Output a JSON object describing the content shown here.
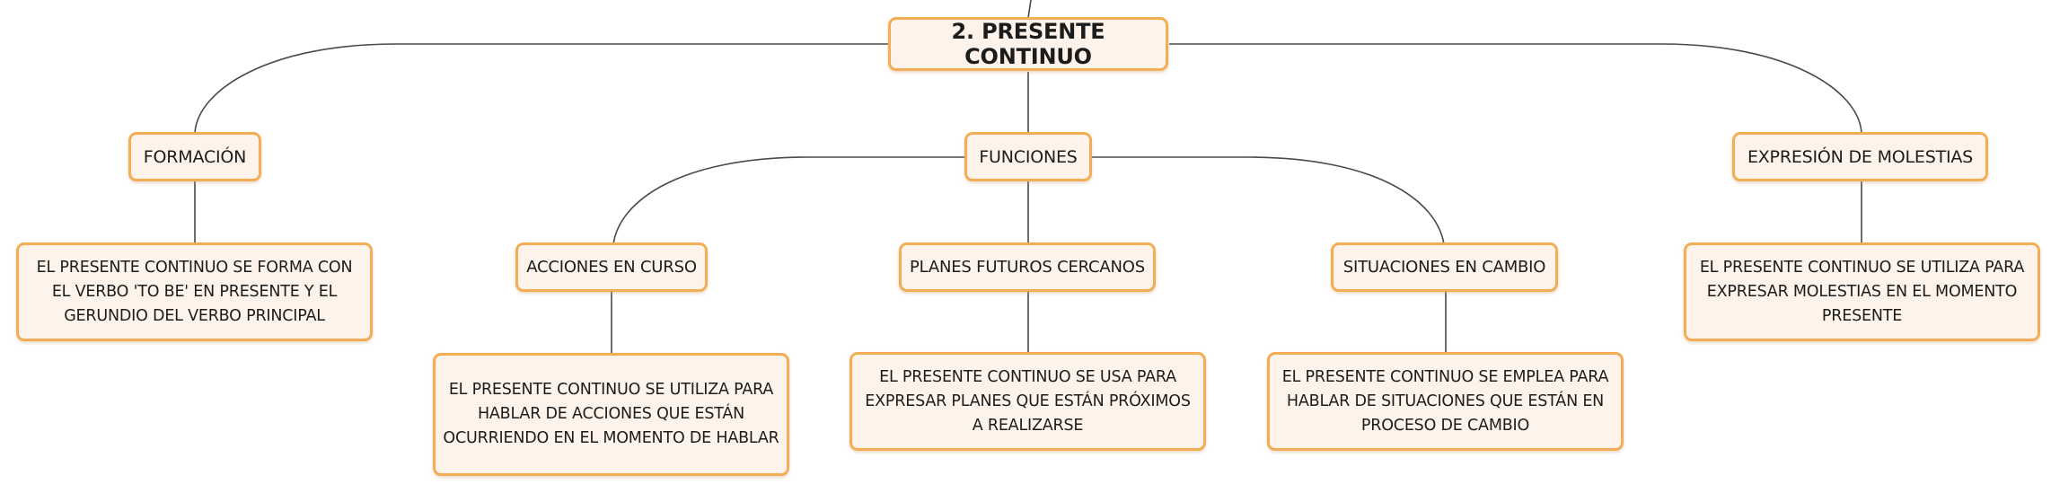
{
  "root": {
    "label": "2. PRESENTE CONTINUO"
  },
  "formacion": {
    "label": "FORMACIÓN",
    "description": "EL PRESENTE CONTINUO SE FORMA CON EL VERBO 'TO BE' EN PRESENTE Y EL GERUNDIO DEL VERBO PRINCIPAL"
  },
  "funciones": {
    "label": "FUNCIONES",
    "acciones": {
      "label": "ACCIONES EN CURSO",
      "description": "EL PRESENTE CONTINUO SE UTILIZA PARA HABLAR DE ACCIONES QUE ESTÁN OCURRIENDO EN EL MOMENTO DE HABLAR"
    },
    "planes": {
      "label": "PLANES FUTUROS CERCANOS",
      "description": "EL PRESENTE CONTINUO SE USA PARA EXPRESAR PLANES QUE ESTÁN PRÓXIMOS A REALIZARSE"
    },
    "situaciones": {
      "label": "SITUACIONES EN CAMBIO",
      "description": "EL PRESENTE CONTINUO SE EMPLEA PARA HABLAR DE SITUACIONES QUE ESTÁN EN PROCESO DE CAMBIO"
    }
  },
  "molestias": {
    "label": "EXPRESIÓN DE MOLESTIAS",
    "description": "EL PRESENTE CONTINUO SE UTILIZA PARA EXPRESAR MOLESTIAS EN EL MOMENTO PRESENTE"
  },
  "colors": {
    "node_fill": "#fdf3ea",
    "node_border": "#f2ad55",
    "connector": "#4a4a4a"
  }
}
